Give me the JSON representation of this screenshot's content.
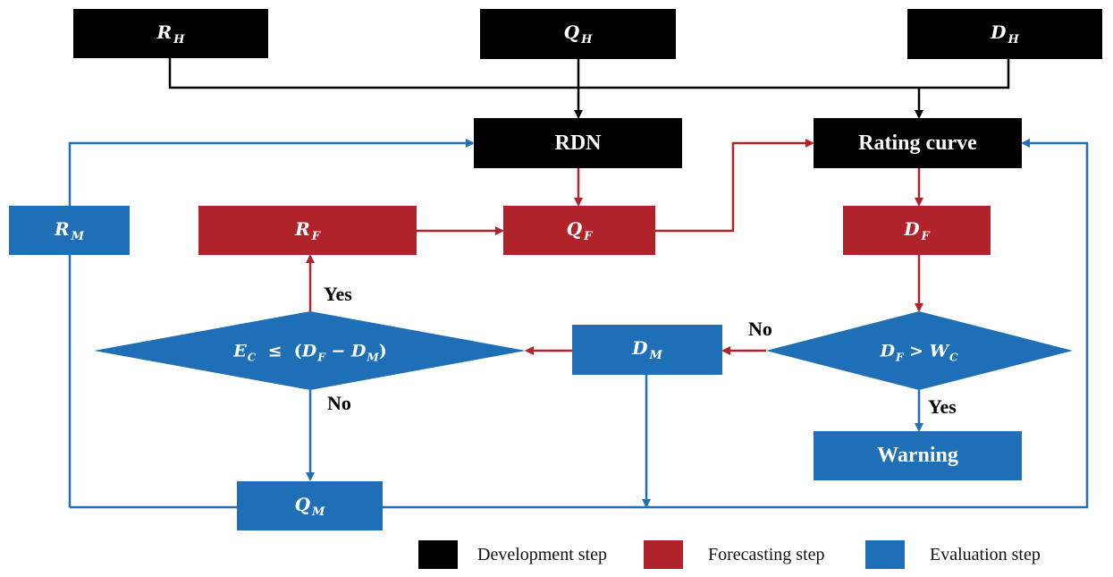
{
  "colors": {
    "development": "#000000",
    "forecasting": "#b1232b",
    "evaluation": "#1f6fb6"
  },
  "nodes": {
    "r_h": {
      "main": "R",
      "sub": "H"
    },
    "q_h": {
      "main": "Q",
      "sub": "H"
    },
    "d_h": {
      "main": "D",
      "sub": "H"
    },
    "rdn": {
      "label": "RDN"
    },
    "rating_curve": {
      "label": "Rating curve"
    },
    "r_m": {
      "main": "R",
      "sub": "M"
    },
    "r_f": {
      "main": "R",
      "sub": "F"
    },
    "q_f": {
      "main": "Q",
      "sub": "F"
    },
    "d_f": {
      "main": "D",
      "sub": "F"
    },
    "d_m": {
      "main": "D",
      "sub": "M"
    },
    "q_m": {
      "main": "Q",
      "sub": "M"
    },
    "warning": {
      "label": "Warning"
    }
  },
  "decisions": {
    "error_check": {
      "e": "E",
      "e_sub": "C",
      "op": "≤",
      "lp": "(",
      "d1": "D",
      "d1_sub": "F",
      "minus": "−",
      "d2": "D",
      "d2_sub": "M",
      "rp": ")"
    },
    "warning_check": {
      "d": "D",
      "d_sub": "F",
      "op": ">",
      "w": "W",
      "w_sub": "C"
    }
  },
  "branch_labels": {
    "error_yes": "Yes",
    "error_no": "No",
    "warning_no": "No",
    "warning_yes": "Yes"
  },
  "legend": [
    {
      "label": "Development step",
      "color": "#000000"
    },
    {
      "label": "Forecasting step",
      "color": "#b1232b"
    },
    {
      "label": "Evaluation step",
      "color": "#1f6fb6"
    }
  ]
}
